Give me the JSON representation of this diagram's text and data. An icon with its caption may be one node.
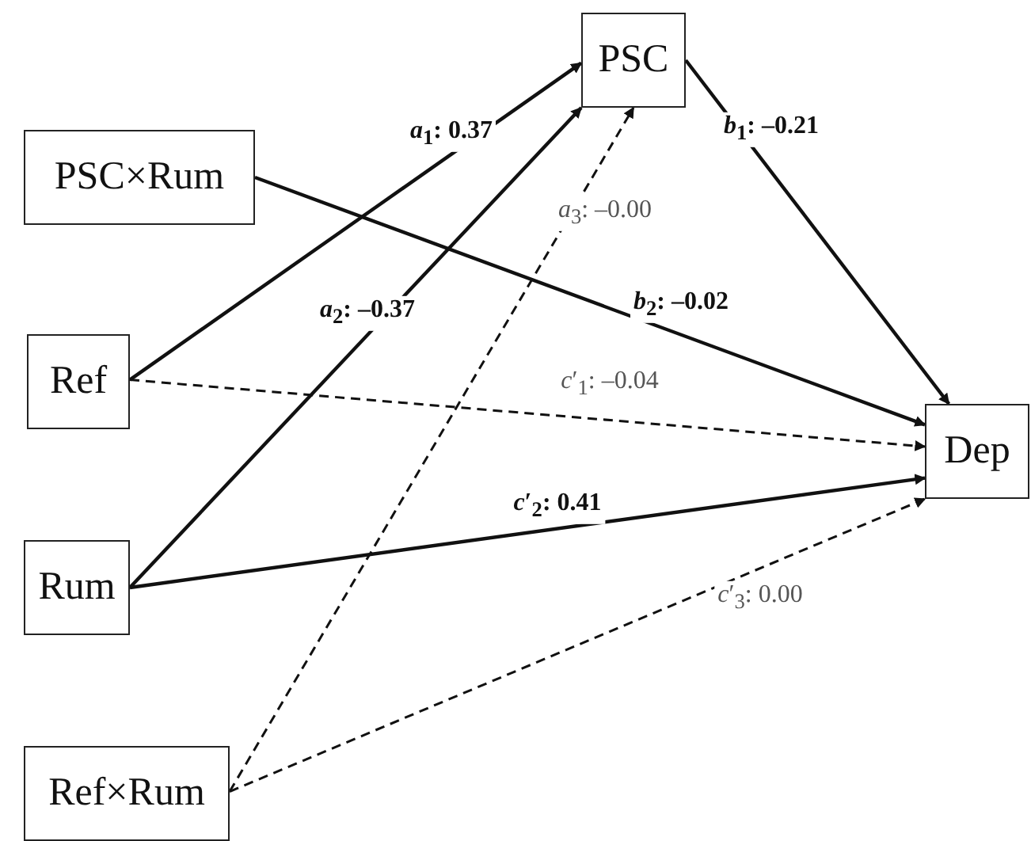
{
  "diagram": {
    "nodes": [
      {
        "text": [
          "PSC"
        ]
      },
      {
        "text": [
          "PSC×Rum"
        ]
      },
      {
        "text": [
          "Ref"
        ]
      },
      {
        "text": [
          "Dep"
        ]
      },
      {
        "text": [
          "Rum"
        ]
      },
      {
        "text": [
          "Ref×Rum"
        ]
      }
    ],
    "edges": [
      {
        "from": 2,
        "to": 0,
        "arrow": "to",
        "label": "*a*$_{1}$: 0.37"
      },
      {
        "from": 4,
        "to": 0,
        "arrow": "to",
        "label": "*a*$_{2}$: –0.37"
      },
      {
        "from": 5,
        "to": 0,
        "arrow": "to",
        "label": "*a*$_{3}$: –0.00",
        "style": "dashed"
      },
      {
        "from": 0,
        "to": 3,
        "arrow": "to",
        "label": "*b*$_{1}$: –0.21"
      },
      {
        "from": 1,
        "to": 3,
        "arrow": "to",
        "label": "*b*$_{2}$: –0.02"
      },
      {
        "from": 2,
        "to": 3,
        "arrow": "to",
        "label": "*c*′$_{1}$: –0.04",
        "style": "dashed"
      },
      {
        "from": 4,
        "to": 3,
        "arrow": "to",
        "label": "*c*′$_{2}$: 0.41"
      },
      {
        "from": 5,
        "to": 3,
        "arrow": "to",
        "label": "*c*′$_{3}$: 0.00",
        "style": "dashed"
      }
    ]
  }
}
